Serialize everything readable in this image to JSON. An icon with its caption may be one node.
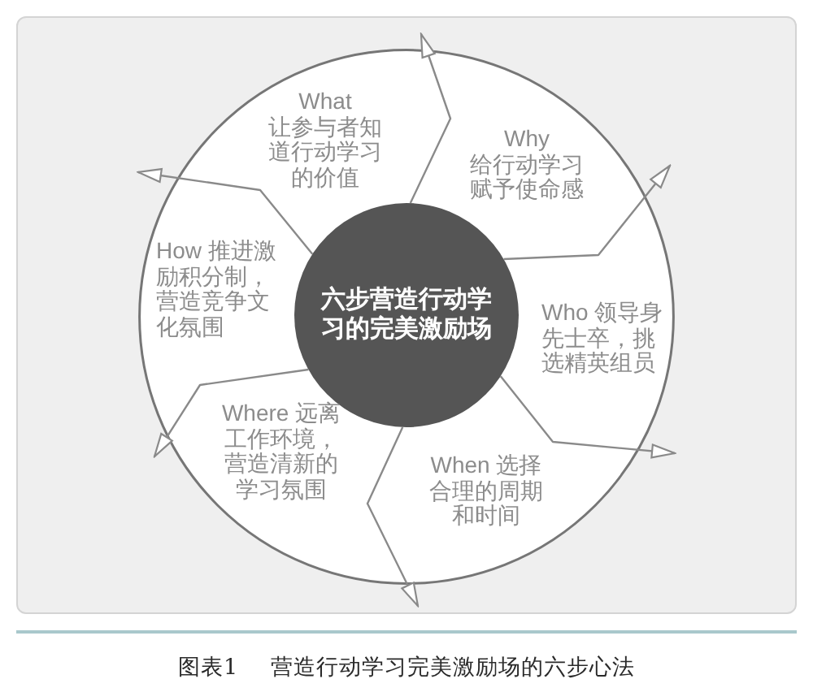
{
  "diagram": {
    "caption": "图表1 营造行动学习完美激励场的六步心法",
    "nodes": [
      {
        "text": [],
        "shape": "circle"
      },
      {
        "text": [
          "六步营造行动学习的完美激励场"
        ],
        "in": 0
      },
      {
        "text": [
          "What",
          "让参与者知道行动学习的价值"
        ],
        "in": 0
      },
      {
        "text": [
          "Why",
          "给行动学习赋予使命感"
        ],
        "in": 0
      },
      {
        "text": [
          "Who 领导身先士卒，挑选精英组员"
        ],
        "in": 0
      },
      {
        "text": [
          "When 选择合理的周期和时间"
        ],
        "in": 0
      },
      {
        "text": [
          "Where 远离工作环境，营造清新的学习氛围"
        ],
        "in": 0
      },
      {
        "text": [
          "How 推进激励积分制，营造竞争文化氛围"
        ],
        "in": 0
      }
    ],
    "edges": [
      {
        "from": 1,
        "to": null,
        "arrow": "to"
      },
      {
        "from": 1,
        "to": null,
        "arrow": "to"
      },
      {
        "from": 1,
        "to": null,
        "arrow": "to"
      },
      {
        "from": 1,
        "to": null,
        "arrow": "to"
      },
      {
        "from": 1,
        "to": null,
        "arrow": "to"
      },
      {
        "from": 1,
        "to": null,
        "arrow": "to"
      }
    ]
  }
}
